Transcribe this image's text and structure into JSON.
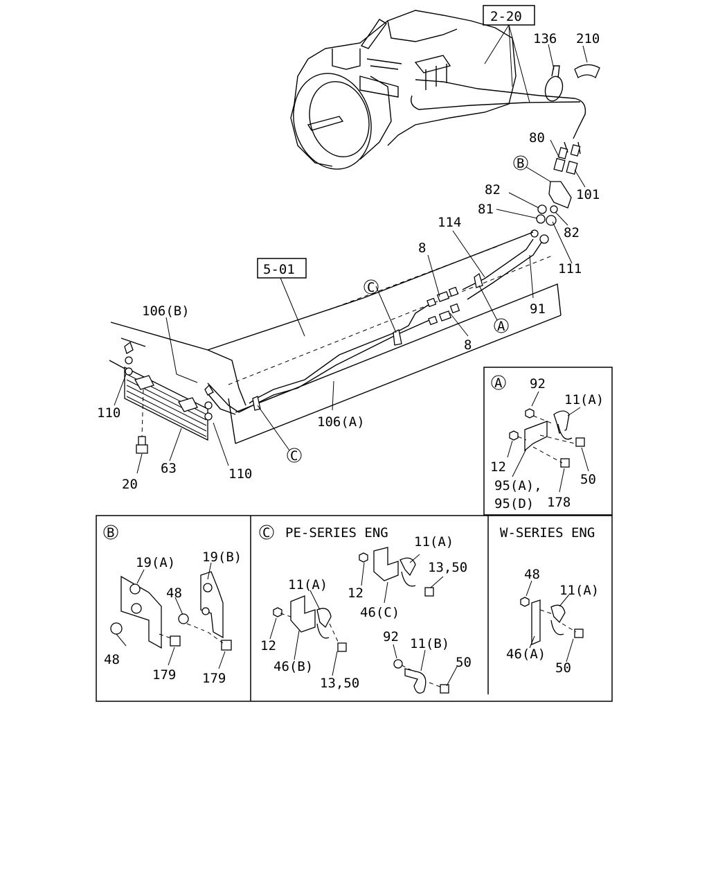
{
  "refs": {
    "r2_20": "2-20",
    "r5_01": "5-01"
  },
  "main_labels": {
    "p136": "136",
    "p210": "210",
    "p80": "80",
    "p101": "101",
    "p82a": "82",
    "p81": "81",
    "p82b": "82",
    "p114": "114",
    "p111": "111",
    "p8a": "8",
    "p8b": "8",
    "p91": "91",
    "p106b": "106(B)",
    "p106a": "106(A)",
    "p110a": "110",
    "p110b": "110",
    "p20": "20",
    "p63": "63",
    "markerB": "B",
    "markerA": "A",
    "markerC1": "C",
    "markerC2": "C"
  },
  "detail_a": {
    "marker": "A",
    "p92": "92",
    "p11a": "11(A)",
    "p12": "12",
    "p50": "50",
    "p95a": "95(A),",
    "p95d": "95(D)",
    "p178": "178"
  },
  "detail_b": {
    "marker": "B",
    "p19a": "19(A)",
    "p19b": "19(B)",
    "p48a": "48",
    "p48b": "48",
    "p179a": "179",
    "p179b": "179"
  },
  "detail_c": {
    "marker": "C",
    "title": "PE-SERIES ENG",
    "p11a_top": "11(A)",
    "p13_50_top": "13,50",
    "p12_top": "12",
    "p46c": "46(C)",
    "p11a_left": "11(A)",
    "p12_left": "12",
    "p46b": "46(B)",
    "p13_50_bottom": "13,50",
    "p92": "92",
    "p11b": "11(B)",
    "p50": "50"
  },
  "detail_w": {
    "title": "W-SERIES ENG",
    "p48": "48",
    "p11a": "11(A)",
    "p46a": "46(A)",
    "p50": "50"
  }
}
